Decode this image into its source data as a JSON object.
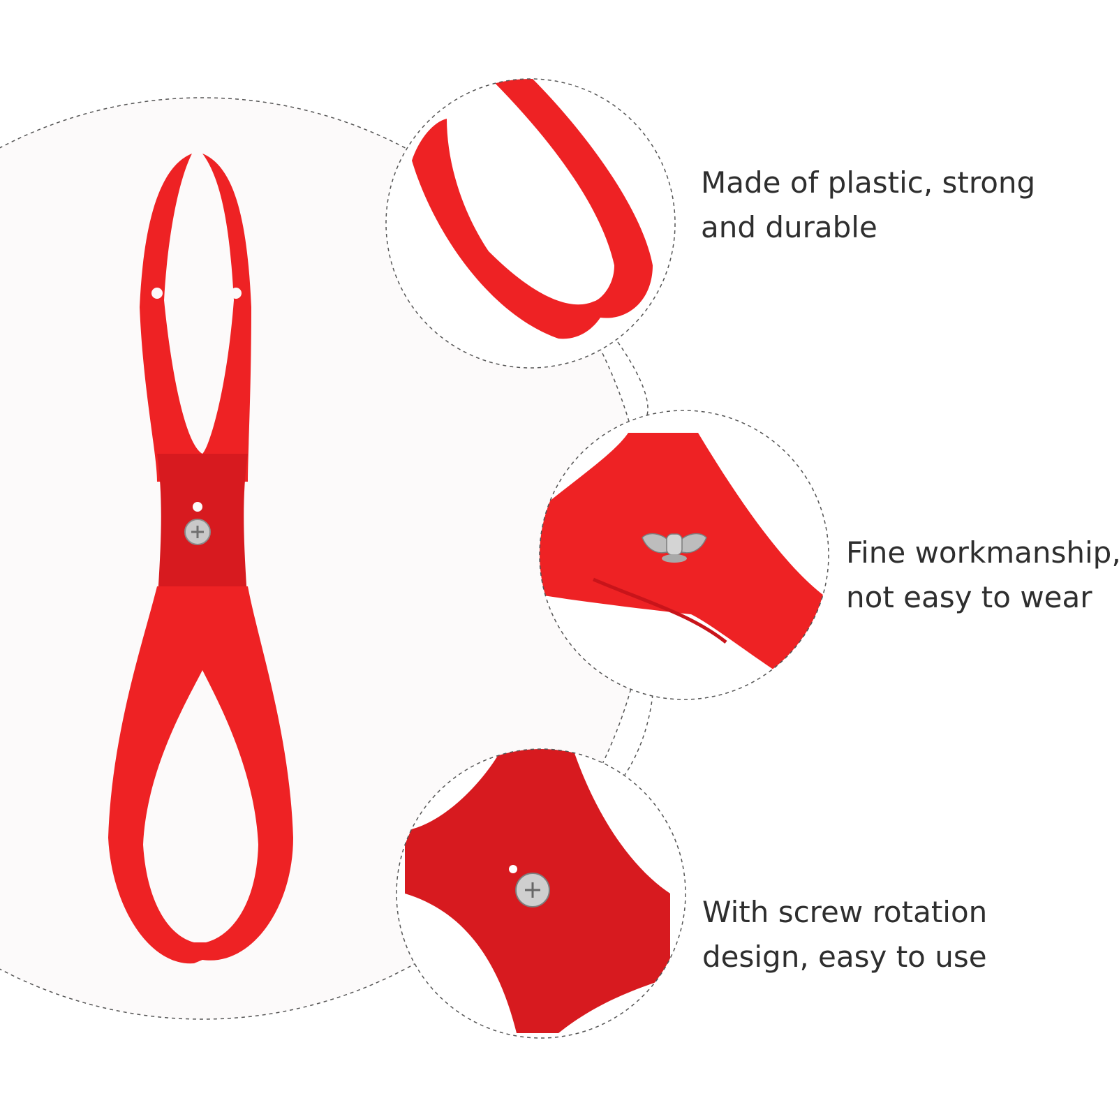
{
  "features": [
    {
      "line1": "Made of plastic, strong",
      "line2": "and durable"
    },
    {
      "line1": "Fine workmanship,",
      "line2": "not easy to wear"
    },
    {
      "line1": "With screw rotation",
      "line2": "design, easy to use"
    }
  ],
  "colors": {
    "product": "#ee2224",
    "product_dark": "#c8141a",
    "background": "#ffffff",
    "panel": "#fcfafa",
    "text": "#2e2e2e",
    "dash": "#555555"
  }
}
